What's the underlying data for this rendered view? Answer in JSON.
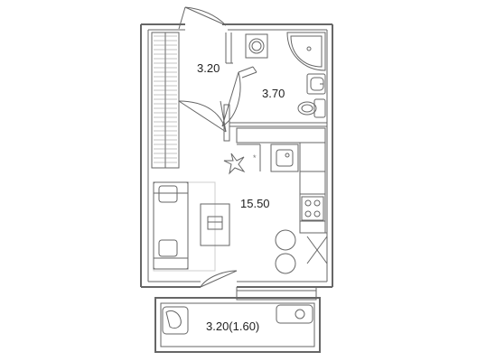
{
  "rooms": [
    {
      "id": "hallway",
      "area": "3.20"
    },
    {
      "id": "bathroom",
      "area": "3.70"
    },
    {
      "id": "studio",
      "area": "15.50"
    },
    {
      "id": "balcony",
      "area": "3.20(1.60)"
    }
  ],
  "icons": [
    "wardrobe-icon",
    "washing-machine-icon",
    "shower-icon",
    "sink-icon",
    "toilet-icon",
    "kitchen-counter-icon",
    "stove-icon",
    "sofa-icon",
    "coffee-table-icon",
    "armchair-icon",
    "chair-icon",
    "plant-icon"
  ],
  "colors": {
    "wall": "#8c8c8c",
    "line": "#555555",
    "furniture": "#777777"
  }
}
